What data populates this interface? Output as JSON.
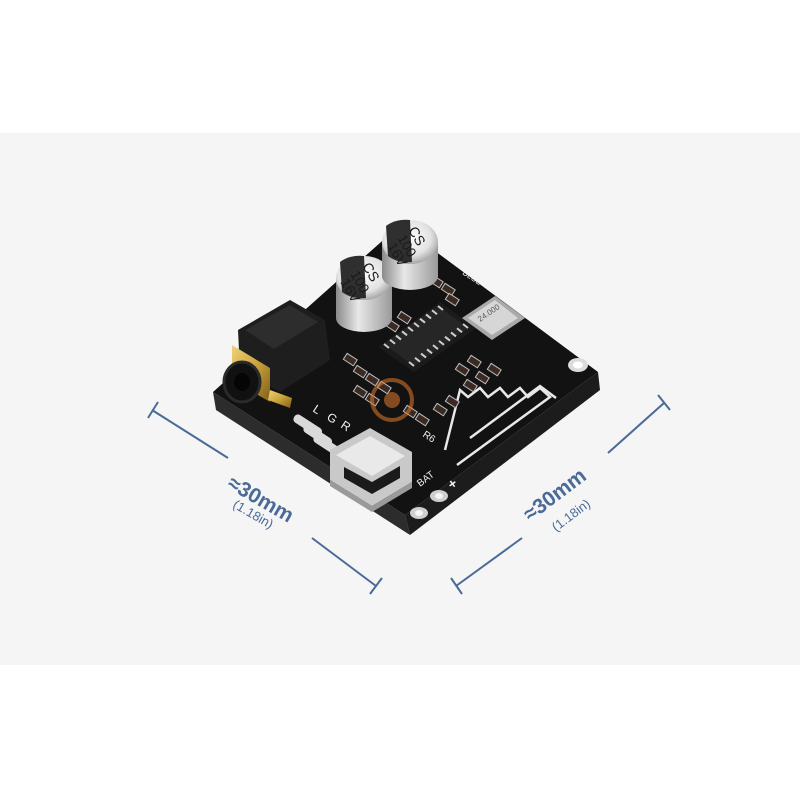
{
  "dimensions": {
    "left": {
      "approx": "≈30mm",
      "inches": "(1.18in)"
    },
    "right": {
      "approx": "≈30mm",
      "inches": "(1.18in)"
    }
  },
  "board": {
    "labels": {
      "l": "L",
      "g": "G",
      "r": "R",
      "bat": "BAT",
      "plus": "+",
      "blue": "BLUE",
      "r6": "R6"
    },
    "capacitors": [
      {
        "line1": "CS",
        "line2": "100",
        "line3": "16V"
      },
      {
        "line1": "CS",
        "line2": "100",
        "line3": "16V"
      }
    ],
    "crystal": "24.000"
  },
  "colors": {
    "background": "#f5f5f5",
    "dimension": "#4a6a97",
    "pcb": "#101010",
    "gold": "#c9a23a"
  }
}
